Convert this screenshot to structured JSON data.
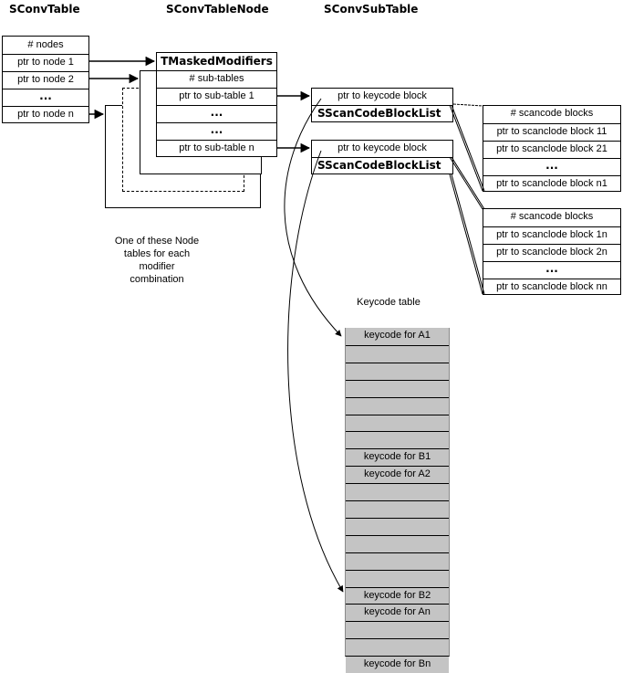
{
  "headers": {
    "sconv_table": "SConvTable",
    "sconv_table_node": "SConvTableNode",
    "sconv_sub_table": "SConvSubTable"
  },
  "sconv_table": {
    "rows": [
      "# nodes",
      "ptr to node  1",
      "ptr to node  2",
      "...",
      "ptr to node  n"
    ]
  },
  "node_table": {
    "rows": [
      "TMaskedModifiers",
      "# sub-tables",
      "ptr to sub-table 1",
      "...",
      "...",
      "ptr to sub-table n"
    ]
  },
  "sub_table_1": {
    "rows": [
      "ptr to keycode block",
      "SScanCodeBlockList"
    ]
  },
  "sub_table_2": {
    "rows": [
      "ptr to keycode block",
      "SScanCodeBlockList"
    ]
  },
  "block_list_1": {
    "rows": [
      "# scancode blocks",
      "ptr to scanclode block 11",
      "ptr to scanclode block 21",
      "...",
      "ptr to scanclode block n1"
    ]
  },
  "block_list_2": {
    "rows": [
      "# scancode blocks",
      "ptr to scanclode block 1n",
      "ptr to scanclode block 2n",
      "...",
      "ptr to scanclode block nn"
    ]
  },
  "node_note": {
    "lines": [
      "One of these Node",
      "tables for each",
      "modifier",
      "combination"
    ]
  },
  "keycode_table": {
    "title": "Keycode table",
    "rows": [
      "keycode for A1",
      "",
      "",
      "",
      "",
      "",
      "",
      "keycode for B1",
      "keycode for A2",
      "",
      "",
      "",
      "",
      "",
      "",
      "keycode for B2",
      "keycode for An",
      "",
      "",
      "keycode for Bn"
    ]
  },
  "colors": {
    "keycode_fill": "#c4c4c4",
    "line": "#000000"
  }
}
